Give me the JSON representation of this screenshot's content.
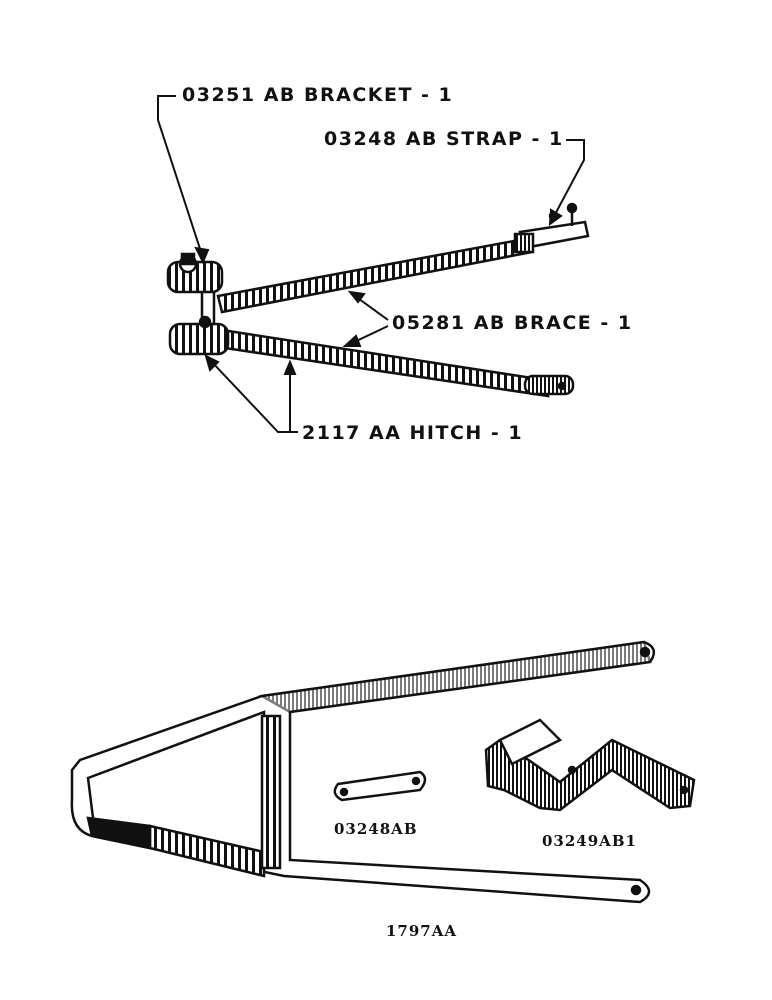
{
  "assembly_callouts": {
    "bracket": "03251 AB BRACKET - 1",
    "strap": "03248 AB STRAP - 1",
    "brace": "05281 AB BRACE - 1",
    "hitch": "2117 AA HITCH - 1"
  },
  "parts": {
    "strap_part": "03248AB",
    "bracket_part": "03249AB1",
    "hitch_part": "1797AA"
  },
  "colors": {
    "ink": "#111111",
    "paper": "#ffffff"
  }
}
